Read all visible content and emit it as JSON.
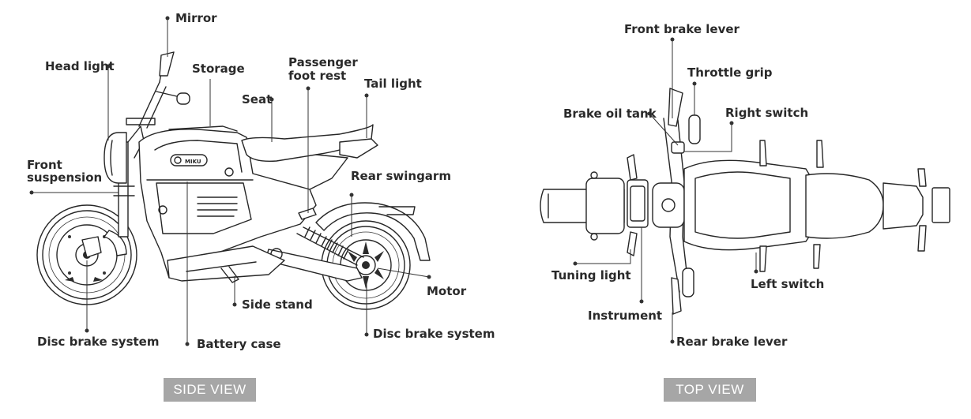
{
  "views": {
    "side": {
      "title": "SIDE VIEW",
      "labels": {
        "mirror": "Mirror",
        "head_light": "Head light",
        "storage": "Storage",
        "passenger_foot_rest_line1": "Passenger",
        "passenger_foot_rest_line2": "foot rest",
        "seat": "Seat",
        "tail_light": "Tail light",
        "front_suspension_line1": "Front",
        "front_suspension_line2": "suspension",
        "rear_swingarm": "Rear swingarm",
        "motor": "Motor",
        "side_stand": "Side stand",
        "disc_brake_system_front": "Disc brake system",
        "battery_case": "Battery case",
        "disc_brake_system_rear": "Disc brake system",
        "brand_badge": "MIKU"
      }
    },
    "top": {
      "title": "TOP VIEW",
      "labels": {
        "front_brake_lever": "Front brake lever",
        "throttle_grip": "Throttle grip",
        "brake_oil_tank": "Brake oil tank",
        "right_switch": "Right switch",
        "tuning_light": "Tuning light",
        "left_switch": "Left switch",
        "instrument": "Instrument",
        "rear_brake_lever": "Rear brake lever"
      }
    }
  },
  "colors": {
    "badge_background": "#a6a6a6",
    "badge_text": "#ffffff",
    "label_text": "#2a2a2a",
    "line_art": "#262626"
  }
}
